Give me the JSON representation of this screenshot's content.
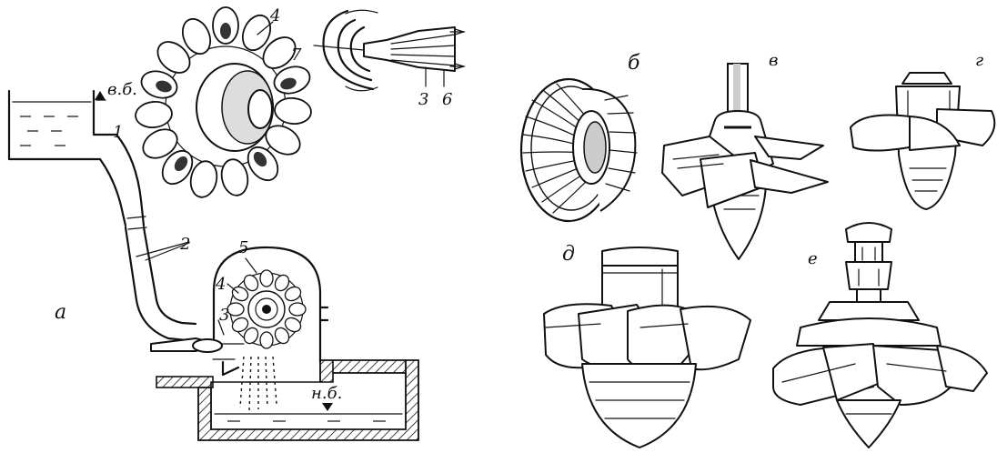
{
  "labels": {
    "upper_level": "в.б.",
    "lower_level": "н.б.",
    "n1": "1",
    "n2": "2",
    "n3a": "3",
    "n3b": "3",
    "n4a": "4",
    "n4b": "4",
    "n5": "5",
    "n6": "6",
    "n7": "7",
    "a": "а",
    "b": "б",
    "v": "в",
    "g": "г",
    "d": "д",
    "e": "е"
  }
}
